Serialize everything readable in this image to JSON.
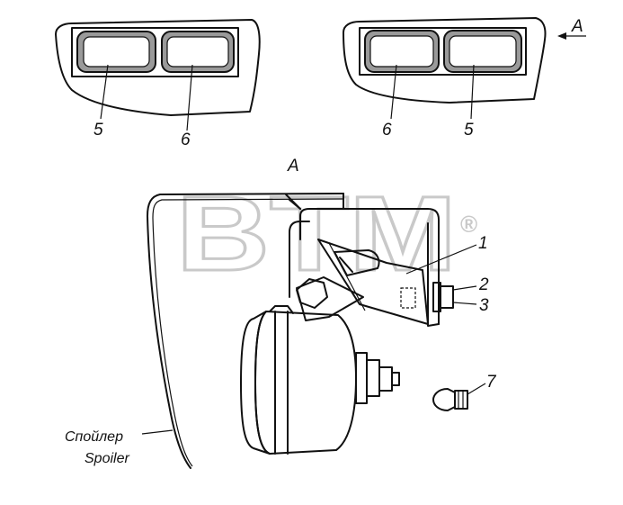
{
  "view_label": "A",
  "callouts": {
    "left_lamp_a": "5",
    "left_lamp_b": "6",
    "right_lamp_a": "6",
    "right_lamp_b": "5",
    "bracket": "1",
    "bolt": "2",
    "washer": "3",
    "bulb": "7"
  },
  "spoiler": {
    "ru": "Спойлер",
    "en": "Spoiler"
  },
  "watermark": {
    "text": "BTM",
    "mark": "®"
  },
  "colors": {
    "line": "#111111",
    "lamp_fill": "#9a9a9a",
    "watermark": "#c8c8c8"
  }
}
